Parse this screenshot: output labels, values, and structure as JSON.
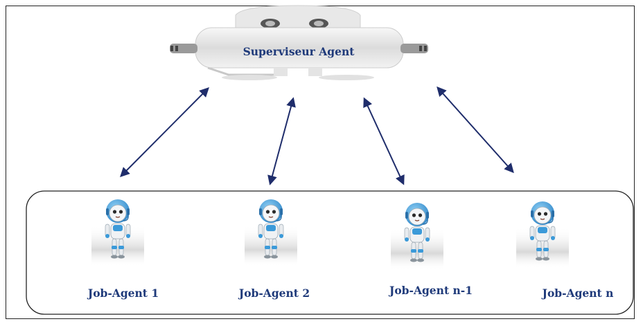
{
  "supervisor": {
    "label": "Superviseur Agent",
    "icon": "robot-supervisor-icon"
  },
  "agents": [
    {
      "label": "Job-Agent 1",
      "icon": "robot-agent-icon"
    },
    {
      "label": "Job-Agent 2",
      "icon": "robot-agent-icon"
    },
    {
      "label": "Job-Agent n-1",
      "icon": "robot-agent-icon"
    },
    {
      "label": "Job-Agent n",
      "icon": "robot-agent-icon"
    }
  ],
  "colors": {
    "label": "#1f3a7a",
    "arrow": "#1f2d6b",
    "robot_accent": "#3b9ad9",
    "robot_body": "#eef1f4",
    "border": "#222222"
  }
}
